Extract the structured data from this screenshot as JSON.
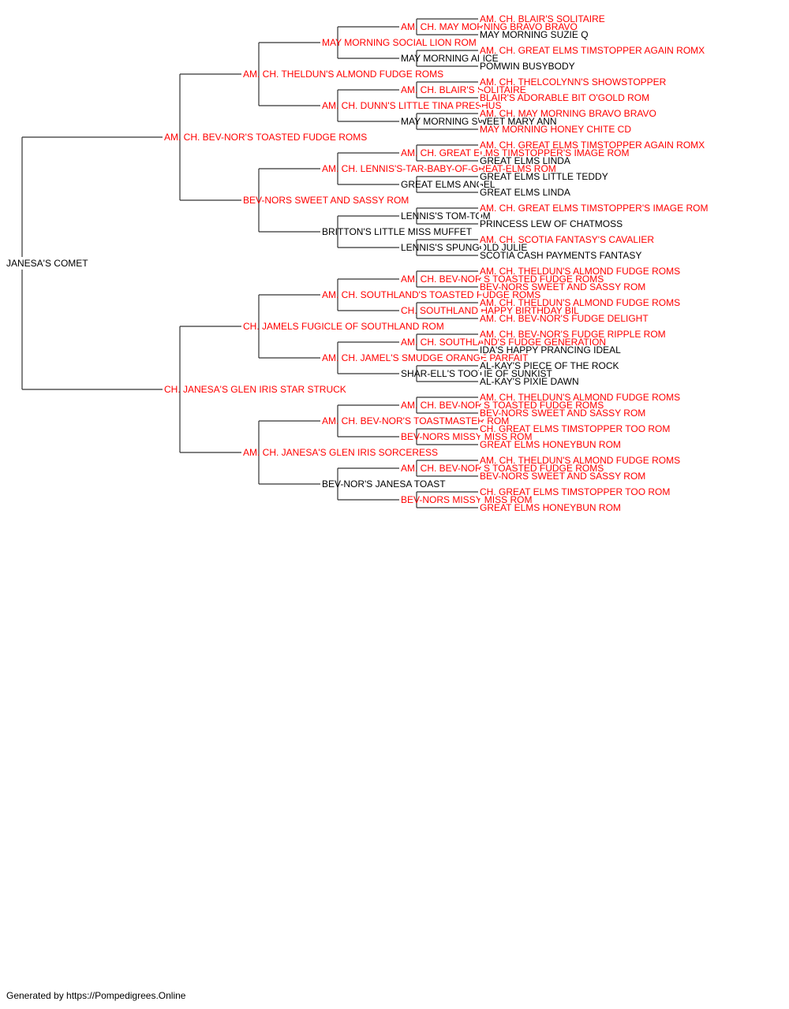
{
  "colors": {
    "champion": "#ff0000",
    "regular": "#000000",
    "line": "#333333"
  },
  "pedigree": {
    "root": "JANESA'S COMET",
    "generations": [
      [
        {
          "name": "AM. CH. BEV-NOR'S TOASTED FUDGE ROMS",
          "champion": true
        },
        {
          "name": "CH. JANESA'S GLEN IRIS STAR STRUCK",
          "champion": true
        }
      ],
      [
        {
          "name": "AM. CH. THELDUN'S ALMOND FUDGE ROMS",
          "champion": true
        },
        {
          "name": "BEV-NORS SWEET AND SASSY ROM",
          "champion": true
        },
        {
          "name": "CH. JAMELS FUGICLE OF SOUTHLAND ROM",
          "champion": true
        },
        {
          "name": "AM. CH. JANESA'S GLEN IRIS SORCERESS",
          "champion": true
        }
      ],
      [
        {
          "name": "MAY MORNING SOCIAL LION ROM",
          "champion": true
        },
        {
          "name": "AM. CH. DUNN'S LITTLE TINA PRESHUS",
          "champion": true
        },
        {
          "name": "AM. CH. LENNIS'S-TAR-BABY-OF-GREAT-ELMS ROM",
          "champion": true
        },
        {
          "name": "BRITTON'S LITTLE MISS MUFFET",
          "champion": false
        },
        {
          "name": "AM. CH. SOUTHLAND'S TOASTED FUDGE ROMS",
          "champion": true
        },
        {
          "name": "AM. CH. JAMEL'S SMUDGE ORANGE PARFAIT",
          "champion": true
        },
        {
          "name": "AM. CH. BEV-NOR'S TOASTMASTER ROM",
          "champion": true
        },
        {
          "name": "BEV-NOR'S JANESA TOAST",
          "champion": false
        }
      ],
      [
        {
          "name": "AM. CH. MAY MORNING BRAVO BRAVO",
          "champion": true
        },
        {
          "name": "MAY MORNING ALICE",
          "champion": false
        },
        {
          "name": "AM. CH. BLAIR'S SOLITAIRE",
          "champion": true
        },
        {
          "name": "MAY MORNING SWEET MARY ANN",
          "champion": false
        },
        {
          "name": "AM. CH. GREAT ELMS TIMSTOPPER'S IMAGE ROM",
          "champion": true
        },
        {
          "name": "GREAT ELMS ANGEL",
          "champion": false
        },
        {
          "name": "LENNIS'S TOM-TOM",
          "champion": false
        },
        {
          "name": "LENNIS'S SPUNGOLD JULIE",
          "champion": false
        },
        {
          "name": "AM. CH. BEV-NOR'S TOASTED FUDGE ROMS",
          "champion": true
        },
        {
          "name": "CH. SOUTHLAND HAPPY BIRTHDAY BIL",
          "champion": true
        },
        {
          "name": "AM. CH. SOUTHLAND'S FUDGE GENERATION",
          "champion": true
        },
        {
          "name": "SHAR-ELL'S TOOTIE OF SUNKIST",
          "champion": false
        },
        {
          "name": "AM. CH. BEV-NOR'S TOASTED FUDGE ROMS",
          "champion": true
        },
        {
          "name": "BEV-NORS MISSY MISS ROM",
          "champion": true
        },
        {
          "name": "AM. CH. BEV-NOR'S TOASTED FUDGE ROMS",
          "champion": true
        },
        {
          "name": "BEV-NORS MISSY MISS ROM",
          "champion": true
        }
      ],
      [
        {
          "name": "AM. CH. BLAIR'S SOLITAIRE",
          "champion": true
        },
        {
          "name": "MAY MORNING SUZIE Q",
          "champion": false
        },
        {
          "name": "AM. CH. GREAT ELMS TIMSTOPPER AGAIN ROMX",
          "champion": true
        },
        {
          "name": "POMWIN BUSYBODY",
          "champion": false
        },
        {
          "name": "AM. CH. THELCOLYNN'S SHOWSTOPPER",
          "champion": true
        },
        {
          "name": "BLAIR'S ADORABLE BIT O'GOLD ROM",
          "champion": true
        },
        {
          "name": "AM. CH. MAY MORNING BRAVO BRAVO",
          "champion": true
        },
        {
          "name": "MAY MORNING HONEY CHITE CD",
          "champion": true
        },
        {
          "name": "AM. CH. GREAT ELMS TIMSTOPPER AGAIN ROMX",
          "champion": true
        },
        {
          "name": "GREAT ELMS LINDA",
          "champion": false
        },
        {
          "name": "GREAT ELMS LITTLE TEDDY",
          "champion": false
        },
        {
          "name": "GREAT ELMS LINDA",
          "champion": false
        },
        {
          "name": "AM. CH. GREAT ELMS TIMSTOPPER'S IMAGE ROM",
          "champion": true
        },
        {
          "name": "PRINCESS LEW OF CHATMOSS",
          "champion": false
        },
        {
          "name": "AM. CH. SCOTIA FANTASY'S CAVALIER",
          "champion": true
        },
        {
          "name": "SCOTIA CASH PAYMENTS FANTASY",
          "champion": false
        },
        {
          "name": "AM. CH. THELDUN'S ALMOND FUDGE ROMS",
          "champion": true
        },
        {
          "name": "BEV-NORS SWEET AND SASSY ROM",
          "champion": true
        },
        {
          "name": "AM. CH. THELDUN'S ALMOND FUDGE ROMS",
          "champion": true
        },
        {
          "name": "AM. CH. BEV-NOR'S FUDGE DELIGHT",
          "champion": true
        },
        {
          "name": "AM. CH. BEV-NOR'S FUDGE RIPPLE ROM",
          "champion": true
        },
        {
          "name": "IDA'S HAPPY PRANCING IDEAL",
          "champion": false
        },
        {
          "name": "AL-KAY'S PIECE OF THE ROCK",
          "champion": false
        },
        {
          "name": "AL-KAY'S PIXIE DAWN",
          "champion": false
        },
        {
          "name": "AM. CH. THELDUN'S ALMOND FUDGE ROMS",
          "champion": true
        },
        {
          "name": "BEV-NORS SWEET AND SASSY ROM",
          "champion": true
        },
        {
          "name": "CH. GREAT ELMS TIMSTOPPER TOO ROM",
          "champion": true
        },
        {
          "name": "GREAT ELMS HONEYBUN ROM",
          "champion": true
        },
        {
          "name": "AM. CH. THELDUN'S ALMOND FUDGE ROMS",
          "champion": true
        },
        {
          "name": "BEV-NORS SWEET AND SASSY ROM",
          "champion": true
        },
        {
          "name": "CH. GREAT ELMS TIMSTOPPER TOO ROM",
          "champion": true
        },
        {
          "name": "GREAT ELMS HONEYBUN ROM",
          "champion": true
        }
      ]
    ]
  },
  "footer": "Generated by https://Pompedigrees.Online"
}
